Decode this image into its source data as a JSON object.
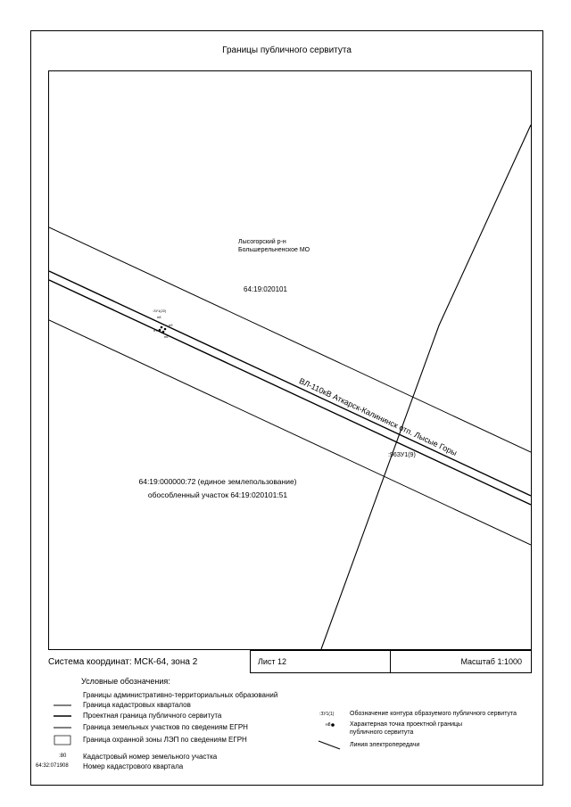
{
  "title": "Границы публичного сервитута",
  "map": {
    "district_line1": "Лысогорский р-н",
    "district_line2": "Большерельненское МО",
    "quarter_number": "64:19:020101",
    "parcel_cluster_label": ":ЗУ1(22)",
    "parcel_point_labels": [
      "н8",
      "н9",
      "н7",
      "н6"
    ],
    "powerline_label": "ВЛ-110кВ Аткарск-Калининск отп. Лысые Горы",
    "contour_label": ":96ЗУ1(9)",
    "land_parcel_line1": "64:19:000000:72 (единое землепользование)",
    "land_parcel_line2": "обособленный участок 64:19:020101:51"
  },
  "stamp": {
    "coord_system": "Система координат: МСК-64, зона 2",
    "sheet": "Лист 12",
    "scale": "Масштаб 1:1000"
  },
  "legend": {
    "heading": "Условные обозначения:",
    "items_left": [
      "Границы административно-территориальных образований",
      "Граница кадастровых кварталов",
      "Проектная граница публичного сервитута",
      "Граница земельных участков по сведениям ЕГРН",
      "Граница охранной зоны ЛЭП по сведениям ЕГРН"
    ],
    "parcel_number_sample": ":80",
    "parcel_number_text": "Кадастровый номер земельного участка",
    "quarter_number_sample": "64:32:071908",
    "quarter_number_text": "Номер кадастрового квартала",
    "contour_sample": ":ЗУ1(1)",
    "contour_text": "Обозначение контура образуемого публичного сервитута",
    "point_sample": "н8",
    "point_text_line1": "Характерная точка проектной границы",
    "point_text_line2": "публичного сервитута",
    "powerline_text": "Линия электропередачи"
  }
}
